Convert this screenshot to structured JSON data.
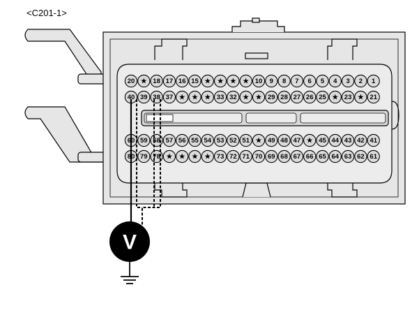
{
  "connector": {
    "label": "<C201-1>",
    "rows": [
      [
        "20",
        "★",
        "18",
        "17",
        "16",
        "15",
        "★",
        "★",
        "★",
        "★",
        "10",
        "9",
        "8",
        "7",
        "6",
        "5",
        "4",
        "3",
        "2",
        "1"
      ],
      [
        "40",
        "39",
        "38",
        "37",
        "★",
        "★",
        "★",
        "33",
        "32",
        "★",
        "★",
        "29",
        "28",
        "27",
        "26",
        "25",
        "★",
        "23",
        "★",
        "21"
      ],
      [
        "60",
        "59",
        "58",
        "57",
        "56",
        "55",
        "54",
        "53",
        "52",
        "51",
        "★",
        "49",
        "48",
        "47",
        "★",
        "45",
        "44",
        "43",
        "42",
        "41"
      ],
      [
        "80",
        "79",
        "78",
        "★",
        "★",
        "★",
        "★",
        "73",
        "72",
        "71",
        "70",
        "69",
        "68",
        "67",
        "66",
        "65",
        "64",
        "63",
        "62",
        "61"
      ]
    ],
    "probe_pins": [
      "40",
      "38"
    ]
  },
  "meter": {
    "symbol": "V"
  },
  "colors": {
    "line": "#000000",
    "fill": "#e6e6e6",
    "pin_fill": "#dcdcdc",
    "meter_fill": "#000000"
  }
}
